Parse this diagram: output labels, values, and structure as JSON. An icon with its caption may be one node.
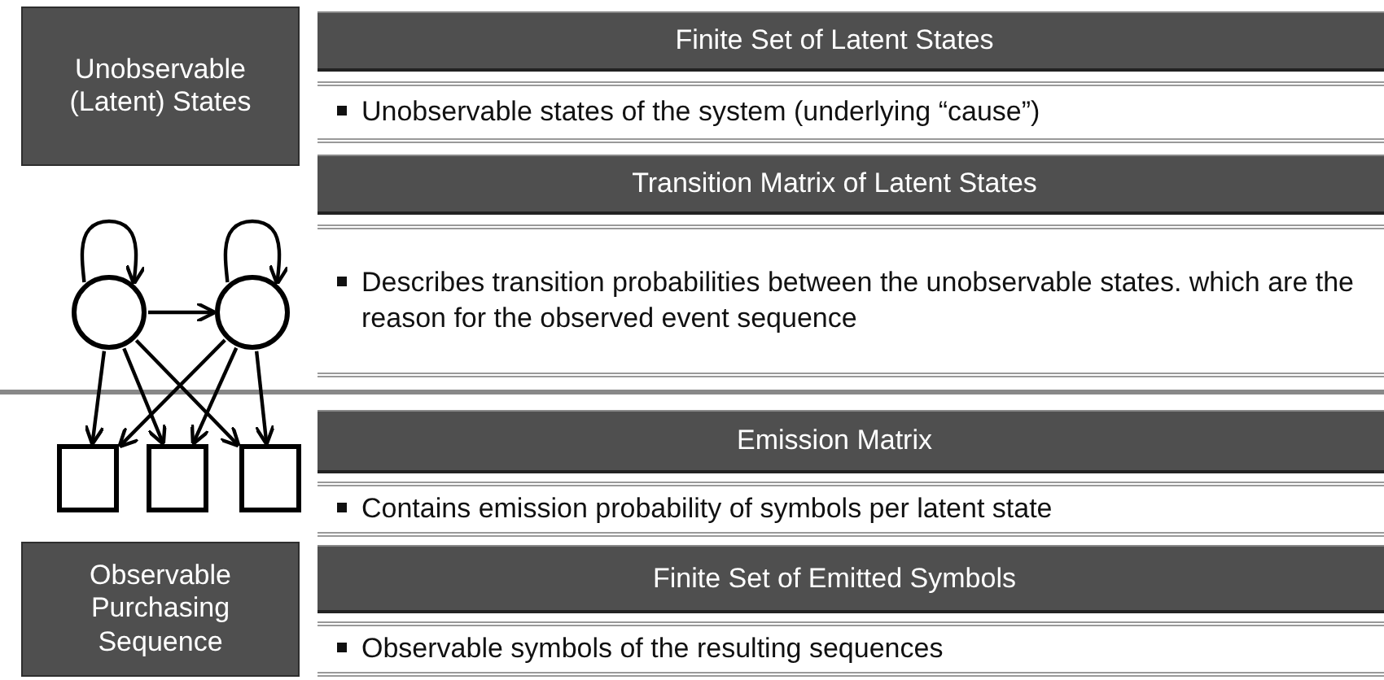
{
  "diagram": {
    "nodes": [
      {
        "text": [
          "Unobservable (Latent) States"
        ]
      },
      {
        "text": [
          "Finite Set of Latent States"
        ]
      },
      {
        "text": [
          "Unobservable states of the system (underlying “cause”)"
        ]
      },
      {
        "text": [
          "Transition Matrix of Latent States"
        ]
      },
      {
        "text": [
          "Describes transition probabilities between the unobservable states. which are the reason for the observed event sequence"
        ]
      },
      {
        "text": [
          "Emission Matrix"
        ]
      },
      {
        "text": [
          "Contains emission probability of symbols per latent state"
        ]
      },
      {
        "text": [
          "Finite Set of Emitted Symbols"
        ]
      },
      {
        "text": [
          "Observable symbols of the resulting sequences"
        ]
      },
      {
        "text": [
          "Observable Purchasing Sequence"
        ]
      },
      {
        "text": [],
        "shape": "circle"
      },
      {
        "text": [],
        "shape": "circle"
      },
      {
        "text": [],
        "shape": "box"
      },
      {
        "text": [],
        "shape": "box"
      },
      {
        "text": [],
        "shape": "box"
      }
    ],
    "edges": [
      {
        "from": 10,
        "to": 10,
        "arrow": "to"
      },
      {
        "from": 11,
        "to": 11,
        "arrow": "to"
      },
      {
        "from": 10,
        "to": 11,
        "arrow": "to"
      },
      {
        "from": 10,
        "to": 12,
        "arrow": "to"
      },
      {
        "from": 10,
        "to": 13,
        "arrow": "to"
      },
      {
        "from": 10,
        "to": 14,
        "arrow": "to"
      },
      {
        "from": 11,
        "to": 12,
        "arrow": "to"
      },
      {
        "from": 11,
        "to": 13,
        "arrow": "to"
      },
      {
        "from": 11,
        "to": 14,
        "arrow": "to"
      }
    ]
  }
}
